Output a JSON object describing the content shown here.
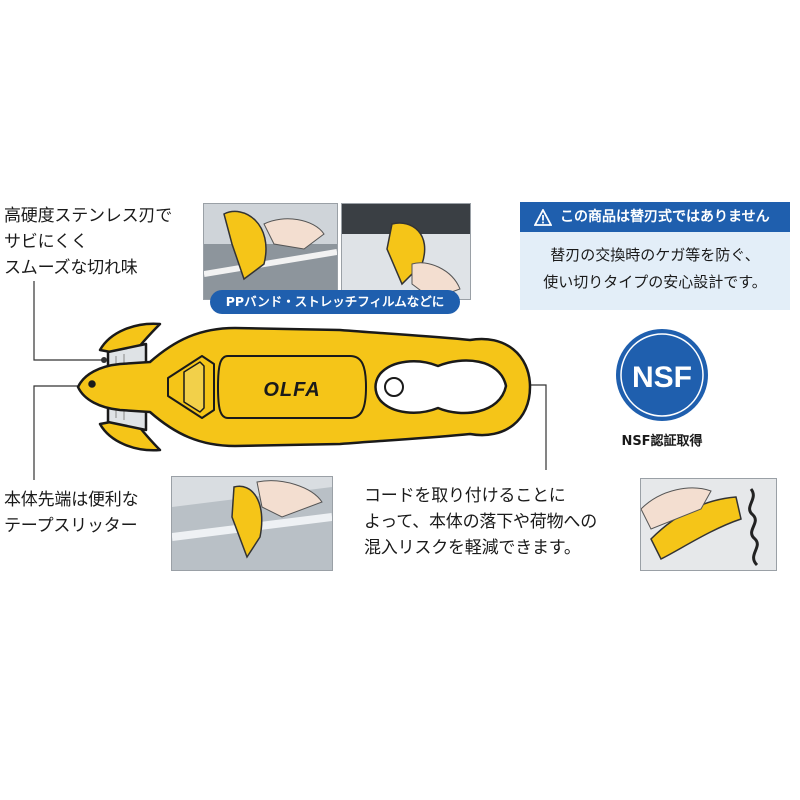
{
  "colors": {
    "accent_blue": "#1f5fae",
    "notice_bg": "#e3eef8",
    "product_yellow": "#f5c518",
    "outline": "#1a1a1a"
  },
  "callouts": {
    "blade": "高硬度ステンレス刃で\nサビにくく\nスムーズな切れ味",
    "tip": "本体先端は便利な\nテープスリッター",
    "cord": "コードを取り付けることに\nよって、本体の落下や荷物への\n混入リスクを軽減できます。"
  },
  "badge": {
    "label": "PPバンド・ストレッチフィルムなどに"
  },
  "notice": {
    "title": "この商品は替刃式ではありません",
    "icon": "warning-icon",
    "body": "替刃の交換時のケガ等を防ぐ、\n使い切りタイプの安心設計です。"
  },
  "nsf": {
    "logo_text": "NSF",
    "caption": "NSF認証取得"
  },
  "product": {
    "brand": "OLFA"
  },
  "photos": [
    {
      "name": "pp-band-cutting-photo"
    },
    {
      "name": "stretch-film-cutting-photo"
    },
    {
      "name": "tape-slitting-photo"
    },
    {
      "name": "cord-attached-photo"
    }
  ]
}
